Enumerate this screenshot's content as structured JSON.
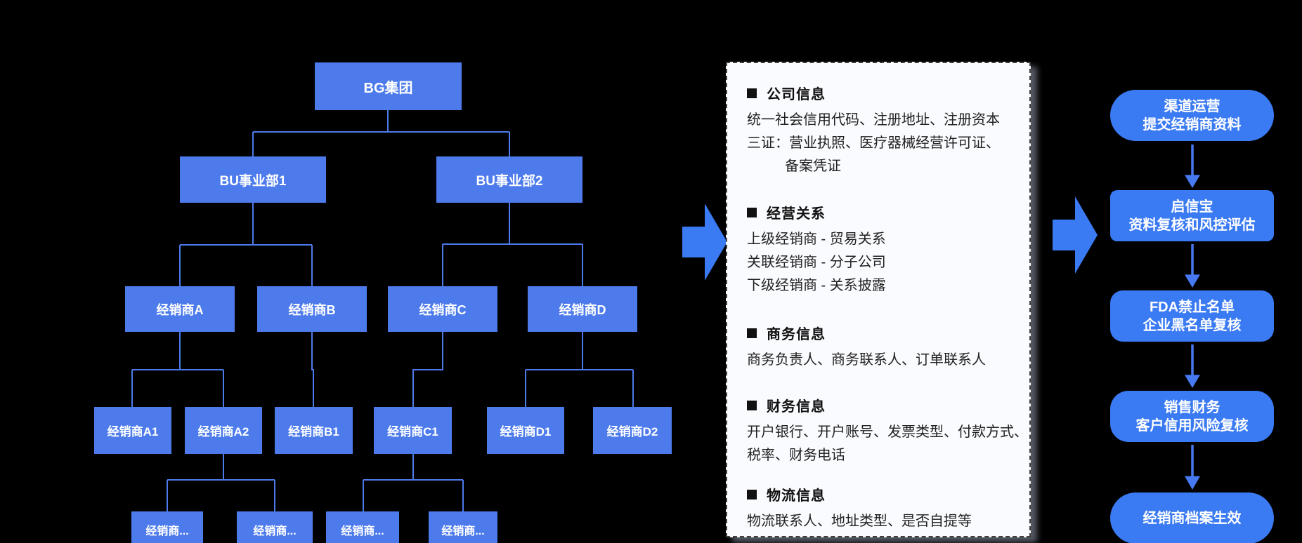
{
  "org": {
    "nodes": [
      {
        "label": "BG集团"
      },
      {
        "label": "BU事业部1"
      },
      {
        "label": "BU事业部2"
      },
      {
        "label": "经销商A"
      },
      {
        "label": "经销商B"
      },
      {
        "label": "经销商C"
      },
      {
        "label": "经销商D"
      },
      {
        "label": "经销商A1"
      },
      {
        "label": "经销商A2"
      },
      {
        "label": "经销商B1"
      },
      {
        "label": "经销商C1"
      },
      {
        "label": "经销商D1"
      },
      {
        "label": "经销商D2"
      },
      {
        "label": "经销商..."
      },
      {
        "label": "经销商..."
      },
      {
        "label": "经销商..."
      },
      {
        "label": "经销商..."
      }
    ]
  },
  "panel": {
    "sections": [
      {
        "title": "公司信息",
        "lines": [
          "统一社会信用代码、注册地址、注册资本",
          "三证：营业执照、医疗器械经营许可证、",
          "备案凭证"
        ]
      },
      {
        "title": "经营关系",
        "lines": [
          "上级经销商 - 贸易关系",
          "关联经销商 - 分子公司",
          "下级经销商 - 关系披露"
        ]
      },
      {
        "title": "商务信息",
        "lines": [
          "商务负责人、商务联系人、订单联系人"
        ]
      },
      {
        "title": "财务信息",
        "lines": [
          "开户银行、开户账号、发票类型、付款方式、",
          "税率、财务电话"
        ]
      },
      {
        "title": "物流信息",
        "lines": [
          "物流联系人、地址类型、是否自提等"
        ]
      }
    ]
  },
  "flow": {
    "steps": [
      {
        "lines": [
          "渠道运营",
          "提交经销商资料"
        ]
      },
      {
        "lines": [
          "启信宝",
          "资料复核和风控评估"
        ]
      },
      {
        "lines": [
          "FDA禁止名单",
          "企业黑名单复核"
        ]
      },
      {
        "lines": [
          "销售财务",
          "客户信用风险复核"
        ]
      },
      {
        "lines": [
          "经销商档案生效"
        ]
      }
    ]
  },
  "colors": {
    "node_blue": "#4d7bec",
    "flow_blue": "#3a7af2",
    "line_blue": "#4d7bec",
    "panel_bg": "#fafbfe",
    "background": "#000000"
  }
}
